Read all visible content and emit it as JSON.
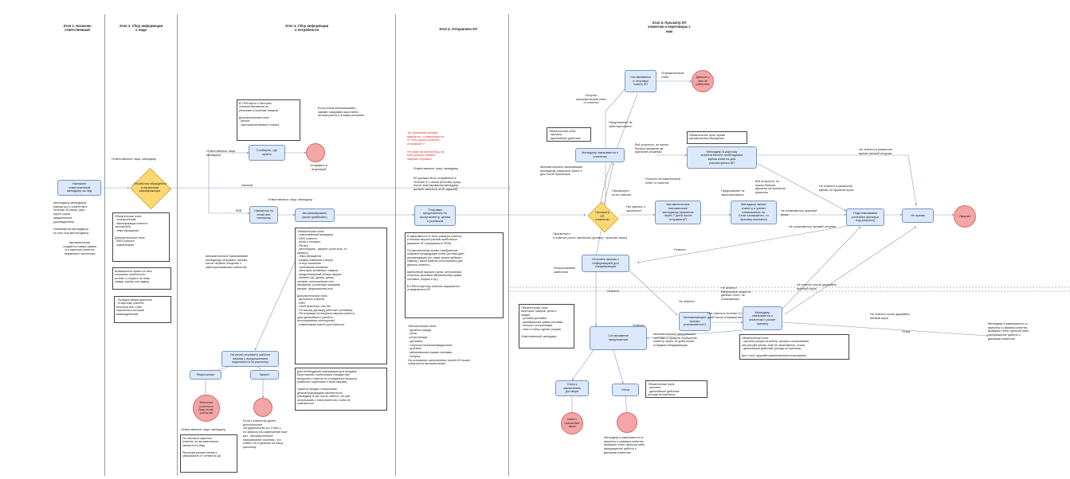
{
  "lanes": [
    {
      "title": "Этап 2. Назначен\nответственный"
    },
    {
      "title": "Этап 3. Сбор информации\nо лиде"
    },
    {
      "title": "Этап 4. Сбор информации\nо потребности"
    },
    {
      "title": "Этап 5. Отправлено КП"
    },
    {
      "title": "Этап 6. Просмотр КП\nклиентом и переговоры с\nним"
    }
  ],
  "nodes": {
    "assign_manager": "Назначен\nответственный\nменеджер за лид",
    "processing": "Обработка обращения\nи первичная\nквалификация",
    "where_buy": "Сообщить, где\nкупить",
    "send_to_retail": "Отправить в\nнецелевой",
    "contact_email": "Связаться по\nemail или\nтелефону",
    "update_qualif": "Актуализировать\n(вклю qualificator)",
    "email_consent": "На email отправить шаблон\nписьма с предложением\nподписаться на рассылку",
    "permission": "Разрешение",
    "prohibition": "Запрет",
    "add_to_mailing": "Внесение\nклиента в\nбазу email-\nрассылки",
    "send_proposal": "Отправка\nпредложения по\nассортименту, ценам\nи условиям",
    "approval_send": "Согласование\nи отправка\nнового КП",
    "further_not_work": "Дальше с\nним не\nработаем",
    "manager_contacts": "Менеджер связывается с\nклиентом",
    "manager_card": "Менеджер в карточку\nклиента вносит необходимое\nвремя клиента для\nрассмотрения КП",
    "viewed_decision": "Просмотр\nКП\nклиентом",
    "auto_reminder": "Автоматическое\nнапоминание\nменеджеру связаться\nчерез 7 дней после\nотправки КП",
    "manager_calls": "Менеджер звонит\nклиенту и узнает\nознакомился ли.\nЕсли ознакомлен, то\nпричину молчания",
    "prepare_list": "Подготавливаем\nрентабел фильтра\nпод запросы)",
    "no_time": "Не время",
    "died": "Умирает",
    "send_letter": "Отослать письмо с\nинформацией для\nспецификации",
    "reminder_letter": "Напоминающее\nписьмо\n(ознакомился?)",
    "manager_reason": "Менеджер\nсвязывается с\nклиентом и узнает\nпричину",
    "agreement": "Согласование\nпредложения",
    "ready_contract": "Готов к\nзаключению\nдоговора",
    "refusal": "Отказ",
    "client_order": "Клиент\nприсылает\nзаказ"
  },
  "labels": {
    "responsible_manager": "Ответственное лицо: менеджер",
    "responsible_manager_2": "Ответственное лицо: менеджер",
    "responsible_manager_3": "Ответственное лицо: менеджер",
    "responsible_manager_4": "Ответственное лицо: менеджер",
    "private": "Частник",
    "b2b": "B2B",
    "responsible_short": "Ответственное лицо:\nменеджер",
    "kp_deadline": "КП должно быть отправлено в\nтечение 3-х часов (поэтому сразу\nпосле анкетирования менеджер\nдолжен заняться этой задачей)",
    "red_note": "Тут возможны разные\nварианты - в зависимости\nот того, какого клиента\nотправляет?\n\nНе знаю на мой взгляд, во\nвсех разных бывают\nзакупки отправил",
    "got_positive": "Получен\nположительный ответ\nот клиента",
    "proposal_not_interesting": "Предложение не\nзаинтересовало",
    "negative_answer": "Отрицательный\nответ",
    "viewed_contact": "Просмотрел,\nно не ответил",
    "no_data": "Нет данных о\nпросмотре",
    "viewed_answered": "Просмотрел\nи ответил (хочет заключить договор / прислал заказ)",
    "answered": "Ответил",
    "not_answered": "Не ответил",
    "not_answered_deadline": "Не ответил после дедлайна,\nкрупный игрок",
    "not_answered_small": "Не ответил после дедлайна,\nмелкий игрок",
    "refusal_label": "Отказ",
    "templates": "Использование\nшаблонов",
    "auto_note_left": "Автоматическое напоминание\nменеджеру отправить письмо\nпосле первого общения с\nзаинтересованным клиентом",
    "auto_note_right": "Автоматическое напоминание\nменеджеру связаться через 3\nдня после просмотра",
    "auto_note_bottom": "Автоматическое напоминание\nсистемы отправить сообщение\nклиенту через 10 дней после\nотправки спецификации",
    "manager_depends": "Менеджер в зависимости от\nпричины и размера клиента\nвыбирает либо прогрев либо\nпрекращение работы с\nданными клиентом",
    "manager_depends_2": "Менеджер в зависимости от\nпричины и размера клиента\nвыбирает либо прогрев либо\nпрекращение работы с\nданными клиентом",
    "no_answer_1": "Не ответил в указанное\nвремя, мелкий отгрузки",
    "no_answer_2": "Не ответил в указанное\nвремя, но крупный игрок",
    "everything_suits": "Всё устроило, но нужно\nбольше времени на\nпринятие решения",
    "everything_suits_2": "Всё устроило, но\nнужно больше\nвремени на принятие\nрешения",
    "positive_response": "Получен положительный\nответ от клиента",
    "proposal_not_interested": "Предложение не\nзаинтересовало",
    "not_acquainted_big": "Не ознакомился, крупный\nигрок",
    "not_acquainted_small": "Не ознакомился, мелкий отгрузки",
    "no_reply_3": "Нет ответа в течение 3-х\nдней после отправки письма",
    "not_answered_choice": "Не ответил\nВыбранные опции не\nданные этого, не\nознакомился",
    "answered_2": "Ответил"
  },
  "notes": {
    "assign_desc": "Автозадача менеджеру\n(связаться с клиентом в\nтечение 15 минут (при\nкрупн срока\nуведомление\nруководителю)\n\nОповещение менеджера\nпо sms или мессенджеру",
    "assign_desc_2": "Автоматически\nсоздается новая заявка\nв в карточке клиента\nпервичного источника",
    "required_fields": "Обязательные поля:\n- телефон/email\n- квалификация клиента:\nчастник/b2b\n- тема обращения\n\nДополнительные поля:\n- ФИО клиента\n- комментарии",
    "ability_note": "Возможность прямо из чата\nсохранить клиента или\nконтакт и открыть по нему\nзаявку, сделку или задачу",
    "function_note": "- Функция связки диалогов\n- В карточке клиента\nвносятся все с ним\nпереписка и история\nвзаимодействий",
    "crm_card": "В CRM карта с быстрым\nпоиском магазинов по\nрегионам и наличию товаров\n\nДополнительные поля:\n- регион\n- категория желаемого товара",
    "analyze_note": "Если хотим анализировать,\nкакими товарами наши всего\nинтересуются и в каких регионах",
    "required_fields_b2b": "Обязательные поля:\n- ответственный менеджер\n- ФИО клиента\n- email и телефон\n- Регион\n- мессенджер - аккаунт (если есть, то\nуказать)\n- тема обращения\n- размер компании (опция)\n- статус компании\n- требования компании\n- категории желаемых товаров\n- предполагаемый объем закупок\n- сегмент ЦА (дилер, дилер\nоптовик, региональная сеть\nмагазинов, розничные магазины\nмелкие, федеральная сеть\n\nДополнительные поля:\n- должность клиента\n- ИНН\n- Свой транспорт или нет\n- По какому договору работает (онлайны)\n- Регистрация потенциала закупок клиента\n(для дальнейшего расчёта\nиспользования потенциала)\n- комментарии (место для заметок)",
    "script_note": "Для необходимой информации для продажи\nБаза знаний с шаблонами стандартных\nвопросов и ответов на стандартные вопросы\n(шаблоны подготовки к переговорам)\n\nСкрипты продаж с вопросами,\nдемонстрирующими экспертность\n(менеджер в них после ответит, что уже\nиспользован с этим клиентом, чтобы не\nповторяться",
    "kp_bold": "В зависимости от типа, размера клиента\nи объёма закупок разные шаблонные\nварианты КП (загружены в CRM).\n\nПо заполненным полям и выбранным\nопциям в предыдущем этапе система дает\nрекомендацию (но также можно выбрать\nсамому), какой шаблон использовать для\nданного клиента.\n\nШаблонный вариант (цены, ретросинкра,\nотсрочка, доставка, минимальная сумма\nпоставки, бонусы и пр.)\n\nВ CRM в карточку клиента загружается\nотправленное КП",
    "kp_required": "Обязательные поля:\n- уровень скидки\n- цены\n- ретросинкра\n- доставка\n- отсрочка платежа/предоплата\n- условия\n- минимальная сумма поставки\n- бонусы\nНа основании заполненных полей КП может\nсобираться автоматически",
    "required_reason": "Обязательные поля:\n- причина\n- дальнейшее действие",
    "review_time": "Обязательное поле: время\nрассмотрения обращения",
    "agreement_fields": "Обязательные поля:\nкатегория товаров, цены и\nскидки\n- условия доставки\n- минимальная сумма поставки\n- бонусы и ретросинкра\n- этап и статус сделки (опция)\n\nОтветственный: менеджер",
    "reason_fields": "Обязательные поля:\n- причина (опция на выбор: процесс согласования\nили рассмотрения, ещё не ознакомился, отказ)\n- дальнейшее действие (исходя из причины)\n\nДоп. поле: дедлайн рассмотрения/согласования",
    "refusal_fields": "Обязательные поля:\n- причина\n- дальнейшее действие\n(исходя из причины)",
    "no_contact_note": "Если с клиентом далее\nдолгосрочное\nсотрудничество (от 3 мес.),\nпо запросу на разрешение еще\nраз - автоматическое\nнапоминание системы, что\nклиент не подписан на нашу\nрассылку",
    "mailing_note": "По галочке в карточке\nклиента, ее автоматически\nзаносится в базу.\n\nРассылка разных писем в\nзависимости от сегмента ЦА"
  }
}
